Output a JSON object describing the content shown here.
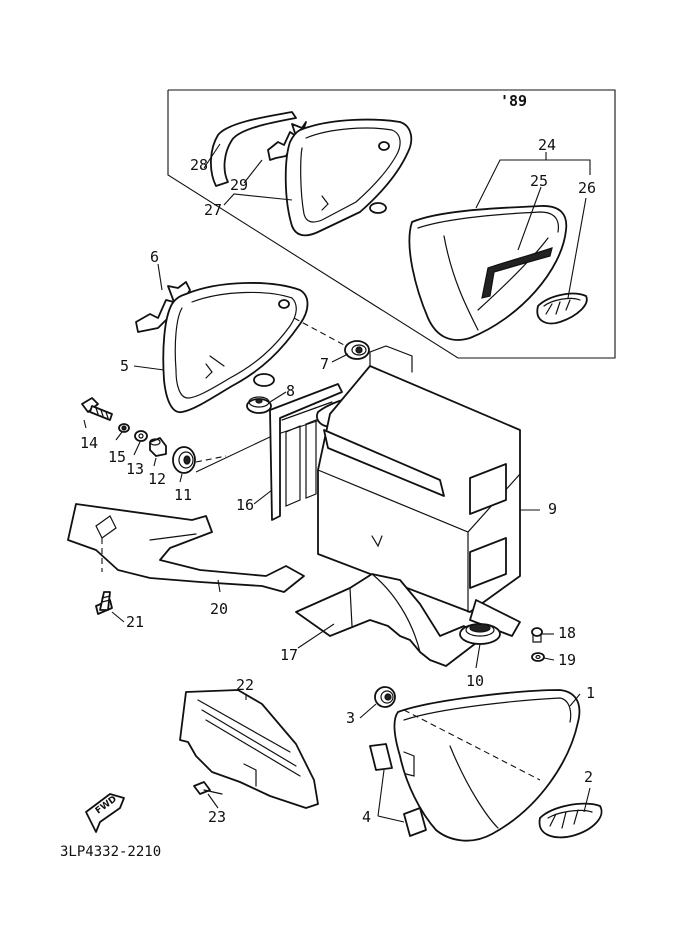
{
  "diagram": {
    "year_label": "'89",
    "drawing_code": "3LP4332-2210",
    "fwd_label": "FWD",
    "callouts": {
      "c1": "1",
      "c2": "2",
      "c3": "3",
      "c4": "4",
      "c5": "5",
      "c6": "6",
      "c7": "7",
      "c8": "8",
      "c9": "9",
      "c10": "10",
      "c11": "11",
      "c12": "12",
      "c13": "13",
      "c14": "14",
      "c15": "15",
      "c16": "16",
      "c17": "17",
      "c18": "18",
      "c19": "19",
      "c20": "20",
      "c21": "21",
      "c22": "22",
      "c23": "23",
      "c24": "24",
      "c25": "25",
      "c26": "26",
      "c27": "27",
      "c28": "28",
      "c29": "29"
    }
  }
}
